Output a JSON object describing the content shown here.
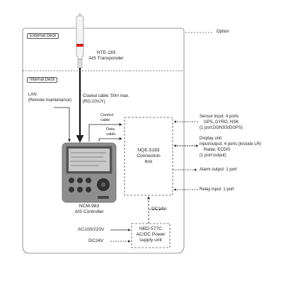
{
  "legend": {
    "option_label": "Option"
  },
  "areas": {
    "external_deck": "External Deck",
    "internal_deck": "Internal Deck"
  },
  "transponder": {
    "model": "NTE-183",
    "name": "AIS Transponder"
  },
  "coaxial": {
    "line1": "Coaxial cable: 50m max.",
    "line2": "(RG-10/UY)"
  },
  "lan": {
    "line1": "LAN",
    "line2": "(Remote maintenance)"
  },
  "cables": {
    "control_line1": "Control",
    "control_line2": "cable",
    "data_line1": "Data",
    "data_line2": "cable"
  },
  "controller": {
    "model": "NCM-983",
    "name": "AIS Controller"
  },
  "connection_box": {
    "model": "NQE-5183",
    "line2": "Connection",
    "line3": "box"
  },
  "power_unit": {
    "model": "NBD-577C",
    "line2": "AC/DC Power",
    "line3": "supply unit"
  },
  "power_inputs": {
    "ac": "AC100/220V",
    "dc": "DC24V",
    "dc_box": "DC24V"
  },
  "ports": {
    "sensor_line1": "Sensor input: 4 ports",
    "sensor_line2": "GPS, GYRO, NSK",
    "sensor_line3": "(1 port:DGNSS/DGPS)",
    "display_line1": "Display unit",
    "display_line2": "input/output: 4 ports (include LR)",
    "display_line3": "Radar, ECDIS",
    "display_line4": "(1 port:output)",
    "alarm": "Alarm output: 1 port",
    "relay": "Relay input: 1 port"
  }
}
